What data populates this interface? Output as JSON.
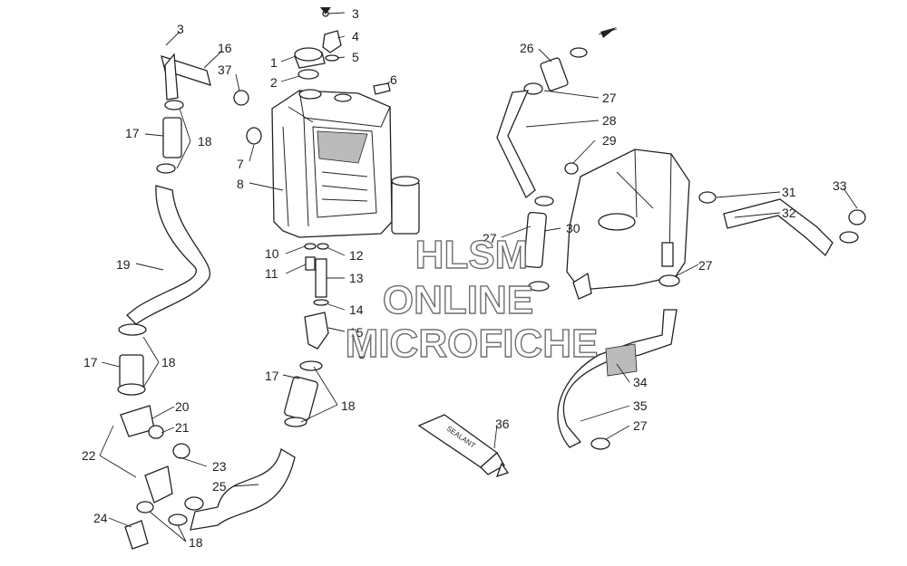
{
  "watermark": {
    "line1": "HLSM",
    "line2": "ONLINE",
    "line3": "MICROFICHE"
  },
  "sealant_tube_label": "SEALANT",
  "callouts": [
    "1",
    "2",
    "3",
    "3",
    "3",
    "4",
    "5",
    "6",
    "7",
    "8",
    "10",
    "11",
    "12",
    "13",
    "14",
    "15",
    "16",
    "17",
    "17",
    "17",
    "18",
    "18",
    "18",
    "18",
    "19",
    "20",
    "21",
    "22",
    "23",
    "24",
    "25",
    "26",
    "27",
    "27",
    "27",
    "27",
    "28",
    "29",
    "30",
    "31",
    "32",
    "33",
    "34",
    "35",
    "36",
    "37"
  ]
}
